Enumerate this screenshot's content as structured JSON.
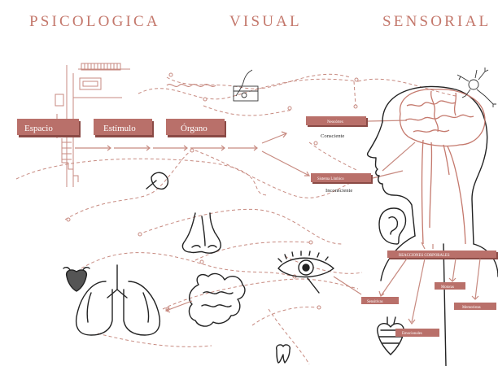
{
  "header": {
    "left": "PSICOLOGICA",
    "center": "VISUAL",
    "right": "SENSORIAL"
  },
  "flow": {
    "espacio": "Espacio",
    "estimulo": "Estímulo",
    "organo": "Órgano"
  },
  "brain": {
    "neocortex": "Neocórtex",
    "consciente": "Consciente",
    "limbico": "Sistema Límbico",
    "inconsciente": "Inconsciente"
  },
  "reactions": {
    "title": "REACCIONES CORPORALES",
    "motoras": "Motoras",
    "sensitivas": "Sensitivas",
    "emocionales": "Emocionales",
    "memoristas": "Memoristas"
  },
  "colors": {
    "accent": "#c4786c",
    "box": "#b9706a",
    "ink": "#222222"
  }
}
